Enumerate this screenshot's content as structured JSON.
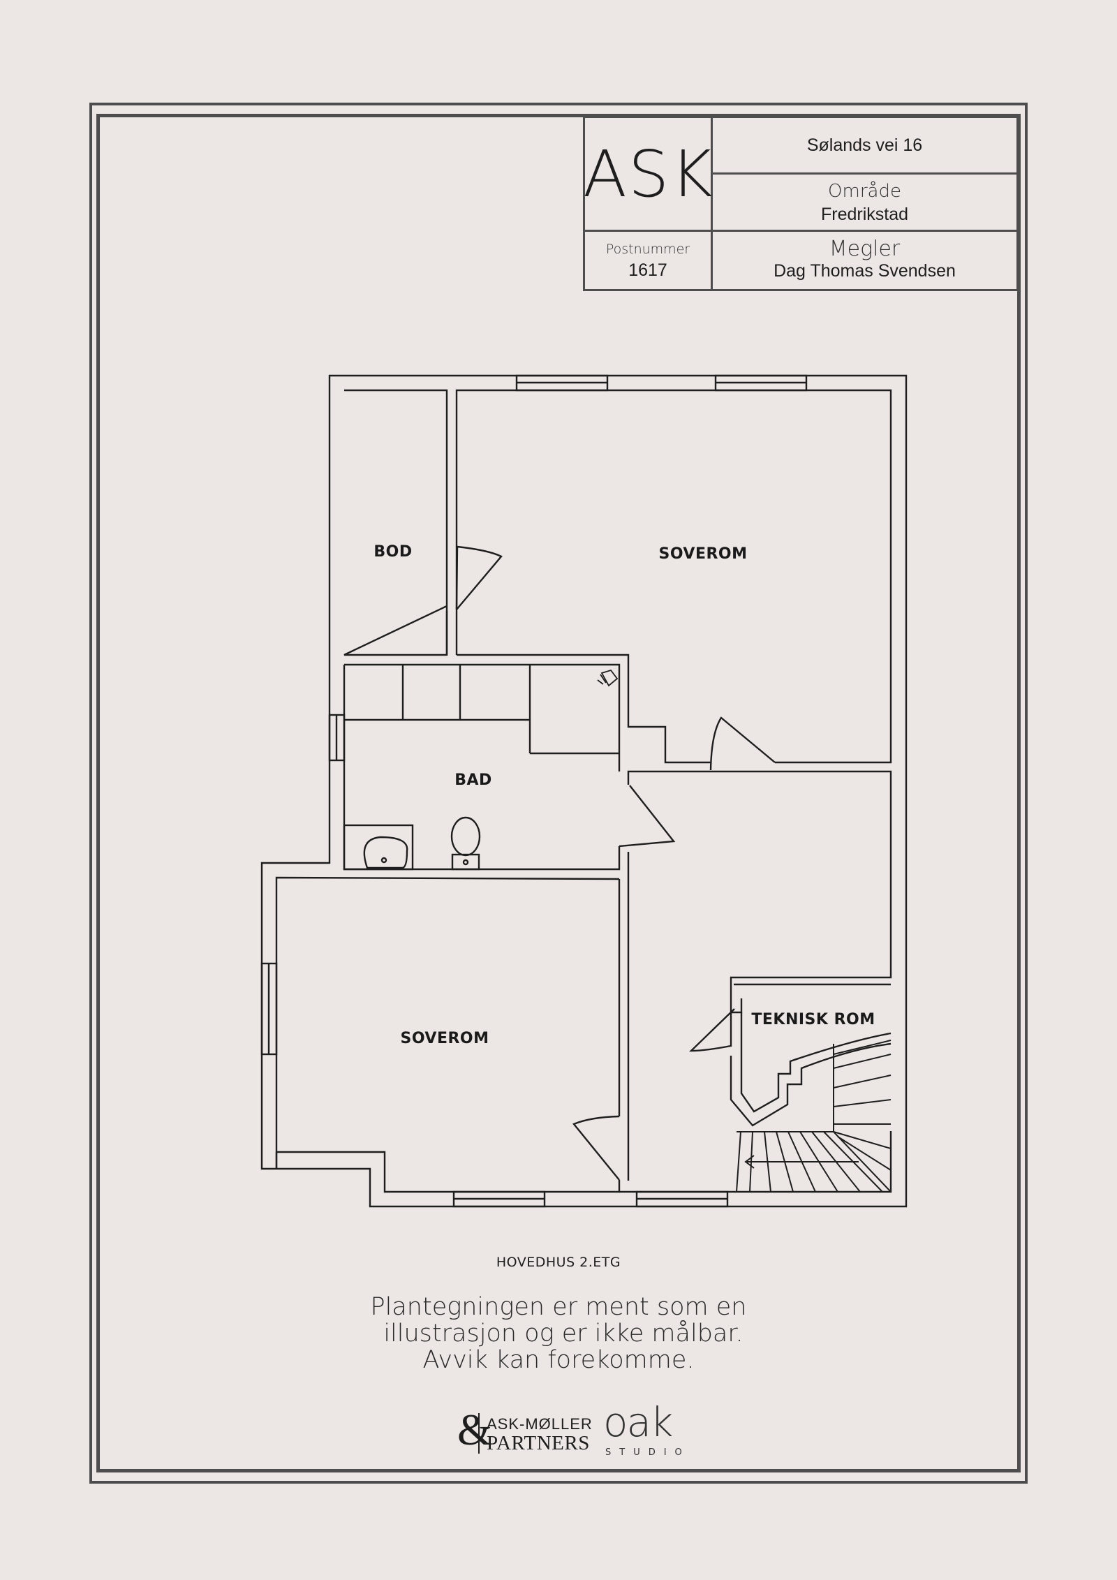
{
  "title_block": {
    "logo": "ASK",
    "address": "Sølands vei 16",
    "area_label": "Område",
    "area_value": "Fredrikstad",
    "postal_label": "Postnummer",
    "postal_value": "1617",
    "broker_label": "Megler",
    "broker_value": "Dag Thomas Svendsen"
  },
  "rooms": {
    "bod": "BOD",
    "soverom_1": "SOVEROM",
    "bad": "BAD",
    "soverom_2": "SOVEROM",
    "teknisk_rom": "TEKNISK ROM"
  },
  "floor_label": "HOVEDHUS 2.ETG",
  "disclaimer": [
    "Plantegningen er ment som en",
    "illustrasjon og er ikke målbar.",
    "Avvik kan forekomme."
  ],
  "logos": {
    "amp": "&",
    "partners_line1": "ASK-MØLLER",
    "partners_line2": "PARTNERS",
    "oak": "oak",
    "studio": "STUDIO"
  },
  "colors": {
    "background": "#ece7e4",
    "frame": "#4d4d4d",
    "lines": "#1e1e1e"
  }
}
